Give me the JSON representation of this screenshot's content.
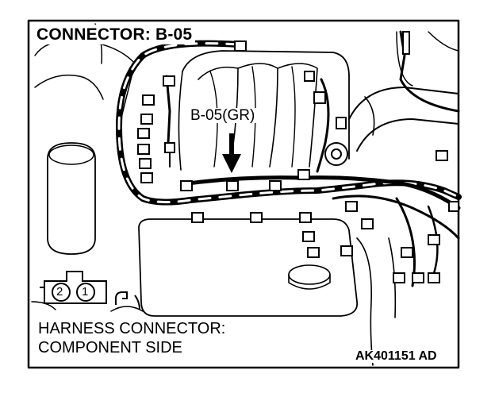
{
  "diagram": {
    "title": "CONNECTOR: B-05",
    "callout_label": "B-05(GR)",
    "caption_line1": "HARNESS CONNECTOR:",
    "caption_line2": "COMPONENT SIDE",
    "figure_code": "AK401151 AD",
    "connector_pins": [
      "2",
      "1"
    ]
  }
}
